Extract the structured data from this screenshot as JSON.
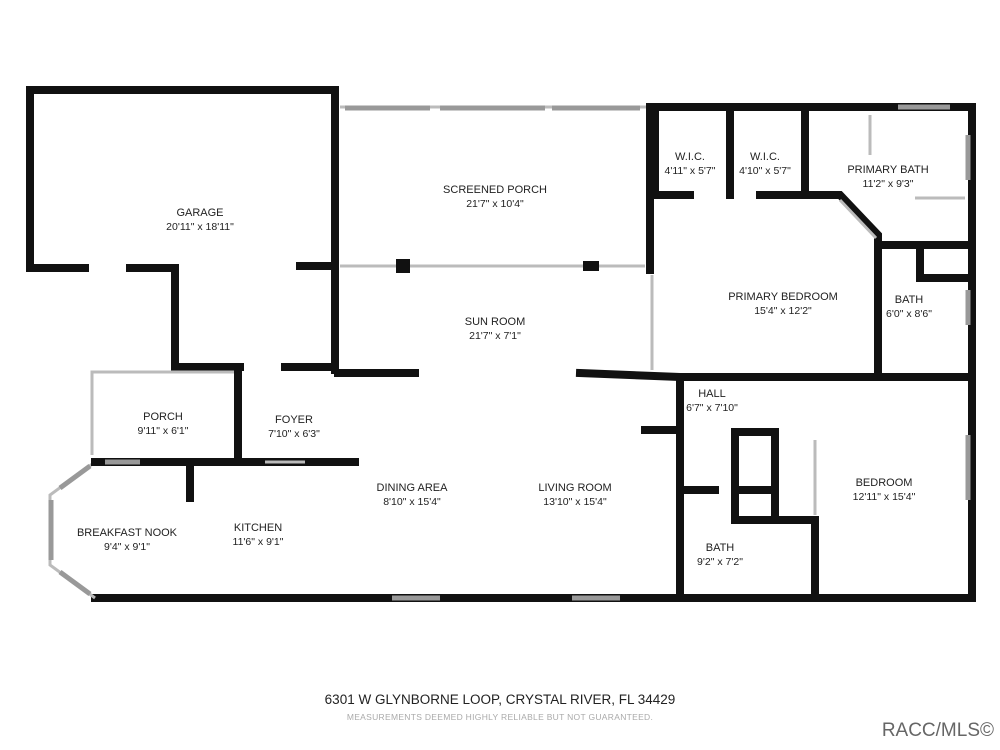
{
  "rooms": [
    {
      "name": "GARAGE",
      "dims": "20'11\" x 18'11\""
    },
    {
      "name": "SCREENED PORCH",
      "dims": "21'7\" x 10'4\""
    },
    {
      "name": "W.I.C.",
      "dims": "4'11\" x 5'7\""
    },
    {
      "name": "W.I.C.",
      "dims": "4'10\" x 5'7\""
    },
    {
      "name": "PRIMARY BATH",
      "dims": "11'2\" x 9'3\""
    },
    {
      "name": "PRIMARY BEDROOM",
      "dims": "15'4\" x 12'2\""
    },
    {
      "name": "BATH",
      "dims": "6'0\" x 8'6\""
    },
    {
      "name": "SUN ROOM",
      "dims": "21'7\" x 7'1\""
    },
    {
      "name": "HALL",
      "dims": "6'7\" x 7'10\""
    },
    {
      "name": "PORCH",
      "dims": "9'11\" x 6'1\""
    },
    {
      "name": "FOYER",
      "dims": "7'10\" x 6'3\""
    },
    {
      "name": "DINING AREA",
      "dims": "8'10\" x 15'4\""
    },
    {
      "name": "LIVING ROOM",
      "dims": "13'10\" x 15'4\""
    },
    {
      "name": "BEDROOM",
      "dims": "12'11\" x 15'4\""
    },
    {
      "name": "BREAKFAST NOOK",
      "dims": "9'4\" x 9'1\""
    },
    {
      "name": "KITCHEN",
      "dims": "11'6\" x 9'1\""
    },
    {
      "name": "BATH",
      "dims": "9'2\" x 7'2\""
    }
  ],
  "footer": {
    "address": "6301 W GLYNBORNE LOOP, CRYSTAL RIVER, FL 34429",
    "disclaimer": "MEASUREMENTS DEEMED HIGHLY RELIABLE BUT NOT GUARANTEED.",
    "logo": "RACC/MLS©"
  }
}
